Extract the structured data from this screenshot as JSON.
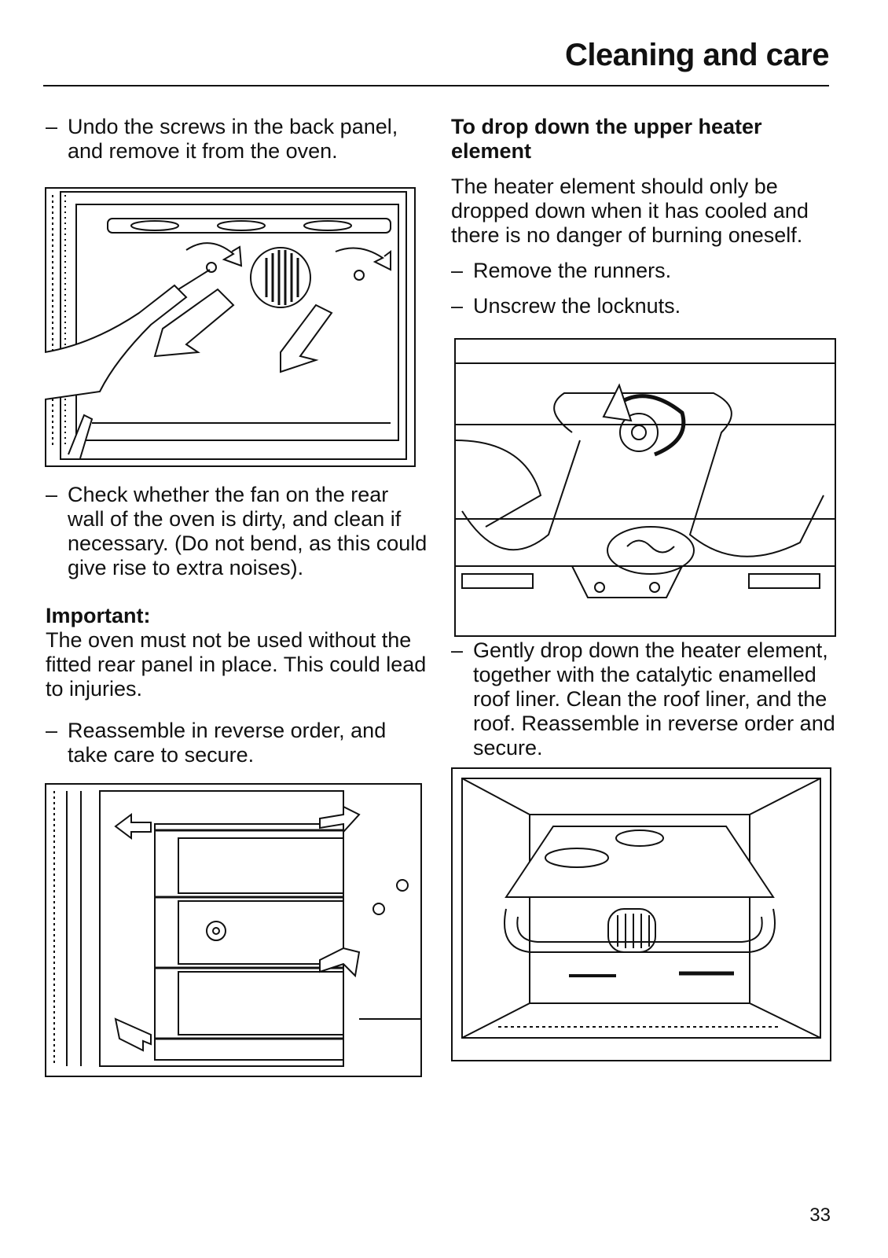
{
  "header": {
    "title": "Cleaning and care"
  },
  "left_column": {
    "step_back_panel": "Undo the screws in the back panel, and remove it from the oven.",
    "step_check_fan": "Check whether the fan on the rear wall of the oven is dirty, and clean if necessary. (Do not bend, as this could give rise to extra noises).",
    "important_heading": "Important:",
    "important_text": "The oven must not be used without the fitted rear panel in place. This could lead to injuries.",
    "step_reassemble": "Reassemble in reverse order, and take care to secure."
  },
  "right_column": {
    "heading": "To drop down the upper heater element",
    "intro": "The heater element should only be dropped down when it has cooled and there is no danger of burning oneself.",
    "step_runners": "Remove the runners.",
    "step_locknuts": "Unscrew the locknuts.",
    "step_drop": "Gently drop down the heater element, together with the catalytic enamelled roof liner. Clean the roof liner, and the roof. Reassemble in reverse order and secure."
  },
  "bullet_dash": "–",
  "page_number": "33"
}
